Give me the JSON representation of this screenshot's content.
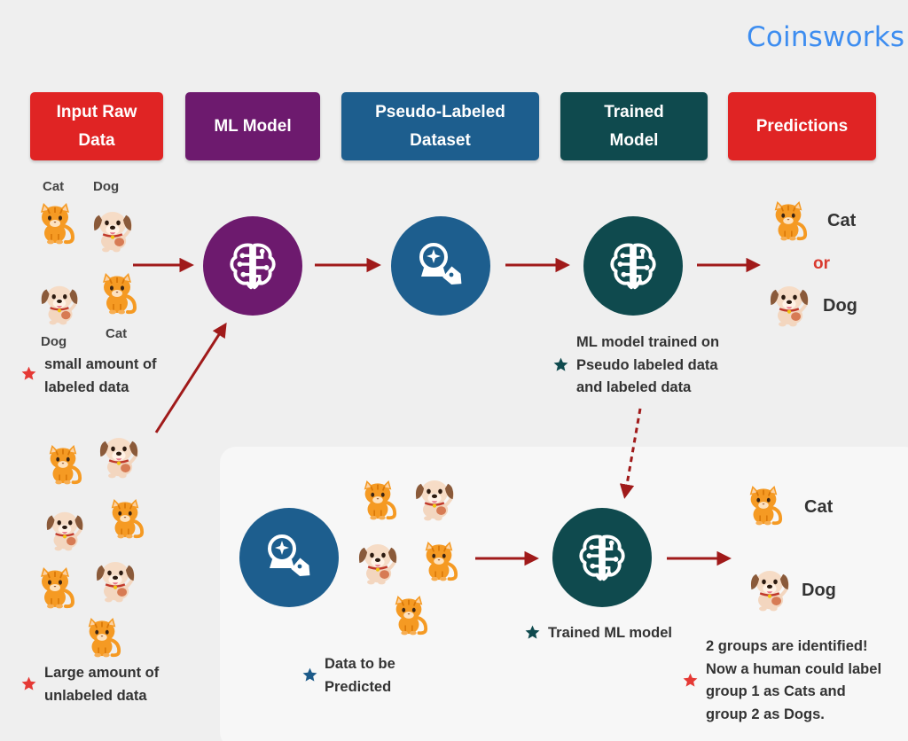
{
  "brand": "Coinsworks",
  "headers": [
    {
      "line1": "Input Raw",
      "line2": "Data",
      "color": "#e02424"
    },
    {
      "line1": "ML Model",
      "line2": "",
      "color": "#6d1a6e"
    },
    {
      "line1": "Pseudo-Labeled",
      "line2": "Dataset",
      "color": "#1d5e8e"
    },
    {
      "line1": "Trained",
      "line2": "Model",
      "color": "#0f4a4e"
    },
    {
      "line1": "Predictions",
      "line2": "",
      "color": "#e02424"
    }
  ],
  "animal_labels": {
    "cat_top": "Cat",
    "dog_top": "Dog",
    "dog_bottom": "Dog",
    "cat_bottom": "Cat"
  },
  "predictions": {
    "cat": "Cat",
    "or": "or",
    "dog": "Dog"
  },
  "notes": {
    "labeled": [
      "small amount of",
      "labeled data"
    ],
    "unlabeled": [
      "Large amount of",
      "unlabeled data"
    ],
    "trained_on": [
      "ML model trained on",
      "Pseudo labeled data",
      "and labeled data"
    ],
    "to_predict": [
      "Data to be",
      "Predicted"
    ],
    "trained_model": "Trained ML model",
    "groups": [
      "2 groups are identified!",
      "Now a human could label",
      "group 1 as Cats and",
      "group 2 as Dogs."
    ]
  },
  "bottom_results": {
    "cat": "Cat",
    "dog": "Dog"
  },
  "icons": {
    "ml_model": "brain-circuit-icon",
    "pseudo_labeled": "magic-ball-tag-icon",
    "trained_model": "brain-circuit-icon",
    "cat": "cat-icon",
    "dog": "dog-icon",
    "star": "star-icon",
    "arrow": "arrow-right-icon"
  },
  "colors": {
    "red": "#e02424",
    "purple": "#6d1a6e",
    "blue": "#1d5e8e",
    "teal": "#0f4a4e",
    "arrow": "#a01a1a",
    "brand": "#3d8df0",
    "background": "#efefef"
  }
}
